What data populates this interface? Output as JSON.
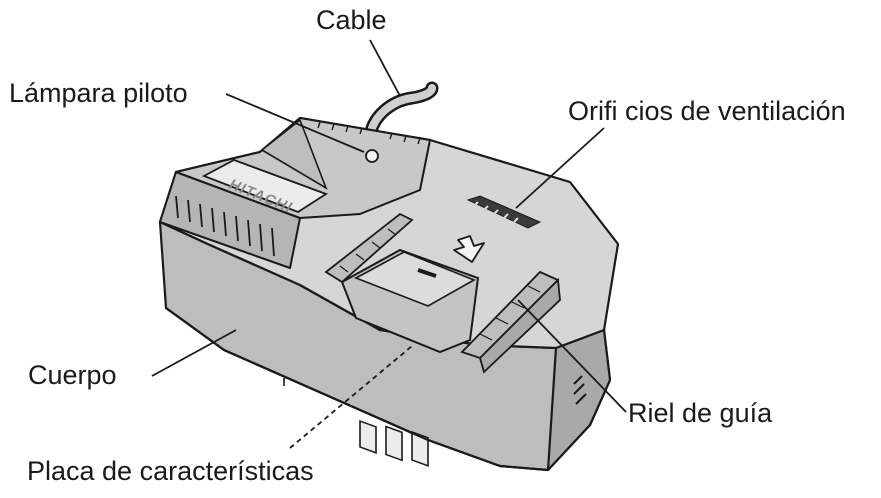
{
  "labels": {
    "cable": "Cable",
    "pilot_lamp": "Lámpara piloto",
    "vent_holes": "Orifi cios de ventilación",
    "body": "Cuerpo",
    "guide_rail": "Riel de guía",
    "rating_plate": "Placa de características"
  },
  "device": {
    "brand": "HITACHI"
  },
  "colors": {
    "body_fill": "#bdbdbd",
    "top_fill": "#d6d6d6",
    "dark_fill": "#9a9a9a",
    "outline": "#1a1a1a"
  }
}
